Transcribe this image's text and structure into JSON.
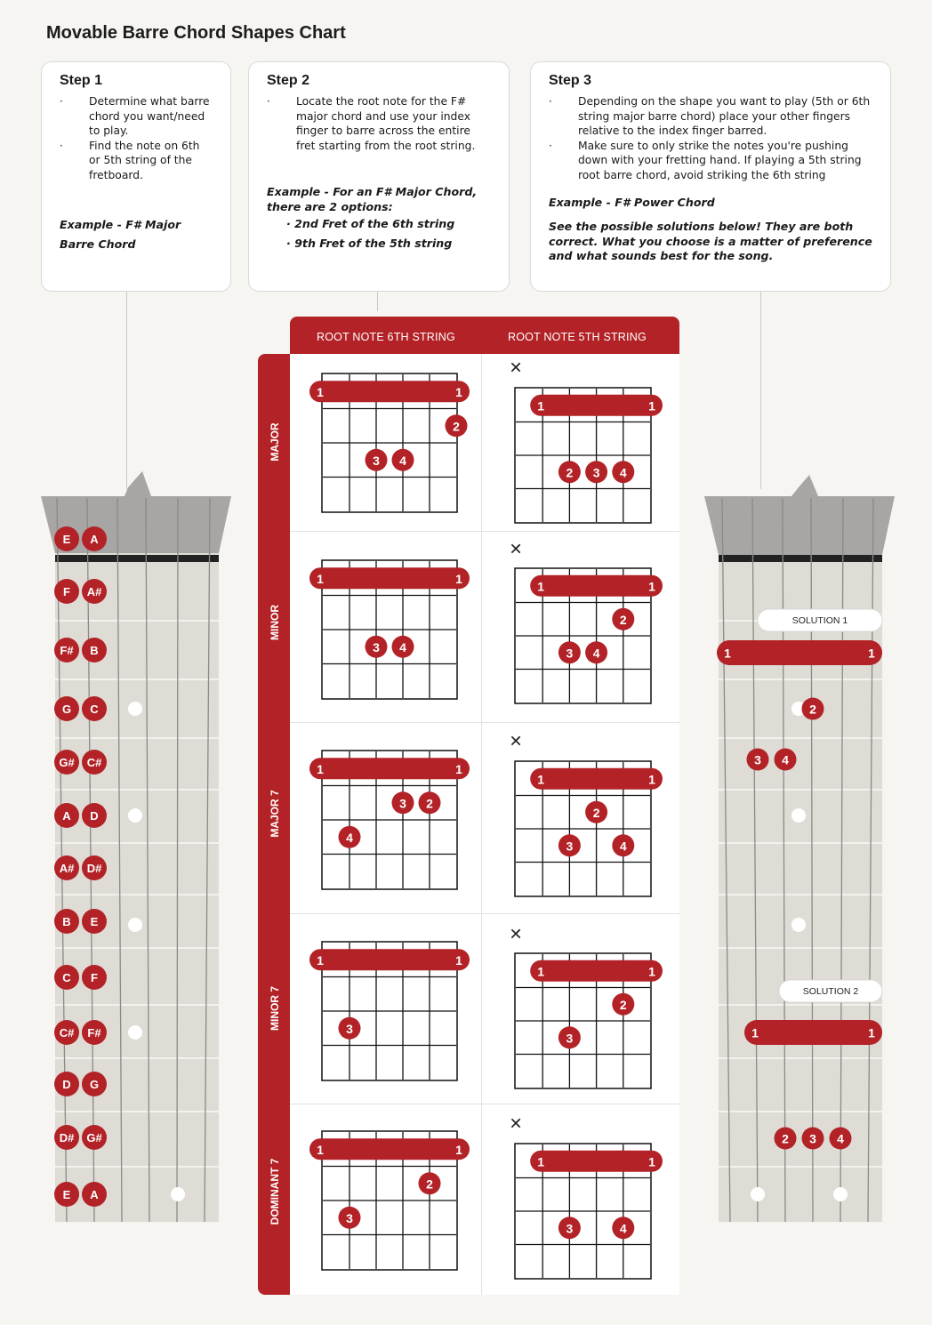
{
  "title": "Movable Barre Chord Shapes Chart",
  "steps": [
    {
      "heading": "Step 1",
      "bullets": [
        "Determine what barre chord you want/need to play.",
        "Find the note on 6th or 5th string of the fretboard."
      ],
      "example_lines": [
        "Example -  F#  Major",
        "Barre Chord"
      ],
      "sub_items": []
    },
    {
      "heading": "Step 2",
      "bullets": [
        "Locate the root note for the F# major chord and use your index finger to barre across the entire fret starting from the root string."
      ],
      "example_lines": [
        "Example - For an F# Major Chord,",
        "there are 2 options:"
      ],
      "sub_items": [
        "· 2nd Fret of the 6th string",
        "· 9th Fret of the 5th string"
      ]
    },
    {
      "heading": "Step 3",
      "bullets": [
        "Depending on the shape you want to play (5th or 6th string major barre chord) place your other fingers relative to the index finger barred.",
        "Make sure to only strike the notes you're pushing down with your fretting hand. If playing a 5th string root barre chord, avoid striking the 6th string"
      ],
      "example_lines": [
        "Example - F# Power Chord"
      ],
      "note_lines": [
        "See the possible solutions below! They are both",
        "correct. What you choose is a matter of preference",
        "and what sounds best for the song."
      ]
    }
  ],
  "column_headers": [
    "ROOT NOTE 6TH STRING",
    "ROOT NOTE 5TH STRING"
  ],
  "chord_types": [
    "MAJOR",
    "MINOR",
    "MAJOR 7",
    "MINOR 7",
    "DOMINANT 7"
  ],
  "muted_symbol": "✕",
  "barre_label": "1",
  "note_pairs": [
    [
      "E",
      "A"
    ],
    [
      "F",
      "A#"
    ],
    [
      "F#",
      "B"
    ],
    [
      "G",
      "C"
    ],
    [
      "G#",
      "C#"
    ],
    [
      "A",
      "D"
    ],
    [
      "A#",
      "D#"
    ],
    [
      "B",
      "E"
    ],
    [
      "C",
      "F"
    ],
    [
      "C#",
      "F#"
    ],
    [
      "D",
      "G"
    ],
    [
      "D#",
      "G#"
    ],
    [
      "E",
      "A"
    ]
  ],
  "solution_labels": [
    "SOLUTION 1",
    "SOLUTION 2"
  ],
  "colors": {
    "accent": "#b22226",
    "fretboard": "#dedcd5",
    "headstock": "#a7a6a4",
    "nut": "#222222"
  },
  "chords": [
    {
      "type": "MAJOR",
      "root6": {
        "fingers": [
          [
            "2",
            5,
            1
          ],
          [
            "3",
            2,
            2
          ],
          [
            "4",
            3,
            2
          ]
        ]
      },
      "root5": {
        "fingers": [
          [
            "2",
            2,
            2
          ],
          [
            "3",
            3,
            2
          ],
          [
            "4",
            4,
            2
          ]
        ]
      }
    },
    {
      "type": "MINOR",
      "root6": {
        "fingers": [
          [
            "3",
            2,
            2
          ],
          [
            "4",
            3,
            2
          ]
        ]
      },
      "root5": {
        "fingers": [
          [
            "2",
            4,
            1
          ],
          [
            "3",
            2,
            2
          ],
          [
            "4",
            3,
            2
          ]
        ]
      }
    },
    {
      "type": "MAJOR 7",
      "root6": {
        "fingers": [
          [
            "3",
            3,
            1
          ],
          [
            "2",
            4,
            1
          ],
          [
            "4",
            1,
            2
          ]
        ]
      },
      "root5": {
        "fingers": [
          [
            "2",
            3,
            1
          ],
          [
            "3",
            2,
            2
          ],
          [
            "4",
            4,
            2
          ]
        ]
      }
    },
    {
      "type": "MINOR 7",
      "root6": {
        "fingers": [
          [
            "3",
            1,
            2
          ]
        ]
      },
      "root5": {
        "fingers": [
          [
            "2",
            4,
            1
          ],
          [
            "3",
            2,
            2
          ]
        ]
      }
    },
    {
      "type": "DOMINANT 7",
      "root6": {
        "fingers": [
          [
            "2",
            4,
            1
          ],
          [
            "3",
            1,
            2
          ]
        ]
      },
      "root5": {
        "fingers": [
          [
            "3",
            2,
            2
          ],
          [
            "4",
            4,
            2
          ]
        ]
      }
    }
  ]
}
